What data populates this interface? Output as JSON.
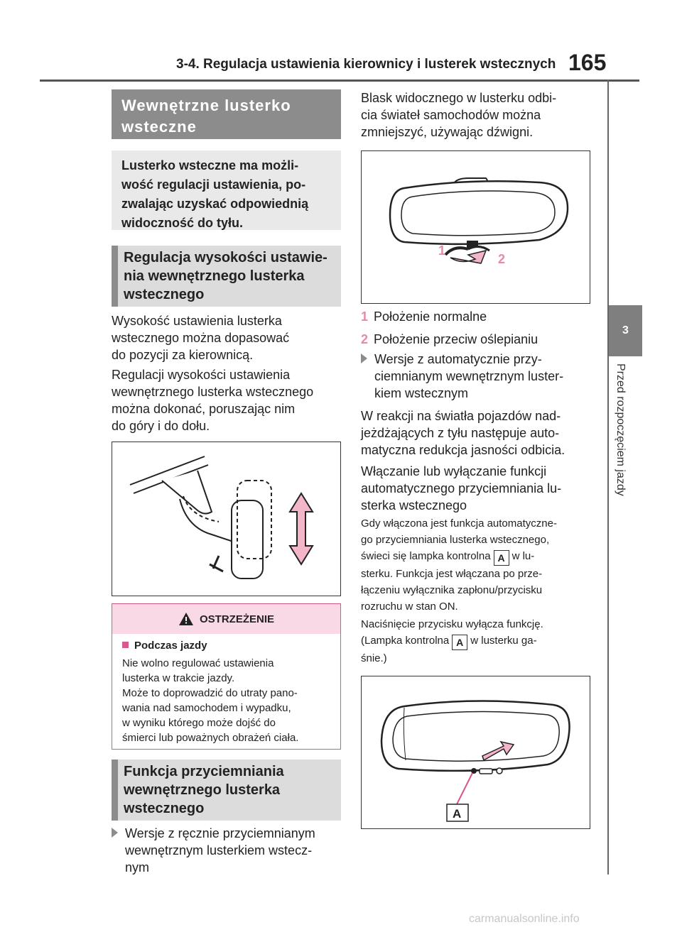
{
  "header": {
    "section_title": "3-4. Regulacja ustawienia kierownicy i lusterek wstecznych",
    "page_number": "165"
  },
  "sidebar": {
    "chapter_number": "3",
    "chapter_title": "Przed rozpoczęciem jazdy"
  },
  "left": {
    "section_title_line1": "Wewnętrzne lusterko",
    "section_title_line2": "wsteczne",
    "intro_line1": "Lusterko wsteczne ma możli-",
    "intro_line2": "wość regulacji ustawienia, po-",
    "intro_line3": "zwalając uzyskać odpowiednią",
    "intro_line4": "widoczność do tyłu.",
    "subhead1_line1": "Regulacja wysokości ustawie-",
    "subhead1_line2": "nia wewnętrznego lusterka",
    "subhead1_line3": "wstecznego",
    "para1_line1": "Wysokość ustawienia lusterka",
    "para1_line2": "wstecznego można dopasować",
    "para1_line3": "do pozycji za kierownicą.",
    "para2_line1": "Regulacji wysokości ustawienia",
    "para2_line2": "wewnętrznego lusterka wstecznego",
    "para2_line3": "można dokonać, poruszając nim",
    "para2_line4": "do góry i do dołu.",
    "warning": {
      "title": "OSTRZEŻENIE",
      "subtitle": "Podczas jazdy",
      "line1": "Nie wolno regulować ustawienia",
      "line2": "lusterka w trakcie jazdy.",
      "line3": "Może to doprowadzić do utraty pano-",
      "line4": "wania nad samochodem i wypadku,",
      "line5": "w wyniku którego może dojść do",
      "line6": "śmierci lub poważnych obrażeń ciała."
    },
    "subhead2_line1": "Funkcja przyciemniania",
    "subhead2_line2": "wewnętrznego lusterka",
    "subhead2_line3": "wstecznego",
    "bullet1_line1": "Wersje z ręcznie przyciemnianym",
    "bullet1_line2": "wewnętrznym lusterkiem wstecz-",
    "bullet1_line3": "nym"
  },
  "right": {
    "para1_line1": "Blask widocznego w lusterku odbi-",
    "para1_line2": "cia świateł samochodów można",
    "para1_line3": "zmniejszyć, używając dźwigni.",
    "fig_label1": "1",
    "fig_label2": "2",
    "item1_num": "1",
    "item1_text": "Położenie normalne",
    "item2_num": "2",
    "item2_text": "Położenie przeciw oślepianiu",
    "bullet2_line1": "Wersje z automatycznie przy-",
    "bullet2_line2": "ciemnianym wewnętrznym luster-",
    "bullet2_line3": "kiem wstecznym",
    "para2_line1": "W reakcji na światła pojazdów nad-",
    "para2_line2": "jeżdżających z tyłu następuje auto-",
    "para2_line3": "matyczna redukcja jasności odbicia.",
    "para3_line1": "Włączanie lub wyłączanie funkcji",
    "para3_line2": "automatycznego przyciemniania lu-",
    "para3_line3": "sterka wstecznego",
    "small1_line1": "Gdy włączona jest funkcja automatyczne-",
    "small1_line2": "go przyciemniania lusterka wstecznego,",
    "small1_line3a": "świeci się lampka kontrolna",
    "small1_line3b": "w lu-",
    "small1_line4": "sterku. Funkcja jest włączana po prze-",
    "small1_line5": "łączeniu wyłącznika zapłonu/przycisku",
    "small1_line6": "rozruchu w stan ON.",
    "small2_line1": "Naciśnięcie przycisku wyłącza funkcję.",
    "small2_line2a": "(Lampka kontrolna",
    "small2_line2b": "w lusterku ga-",
    "small2_line3": "śnie.)",
    "indicator_glyph": "A",
    "fig_label_a": "A"
  },
  "footer": {
    "watermark": "carmanualsonline.info"
  },
  "colors": {
    "accent_pink": "#e58aa8",
    "warning_border": "#d8578c",
    "heading_gray": "#8c8c8c"
  }
}
